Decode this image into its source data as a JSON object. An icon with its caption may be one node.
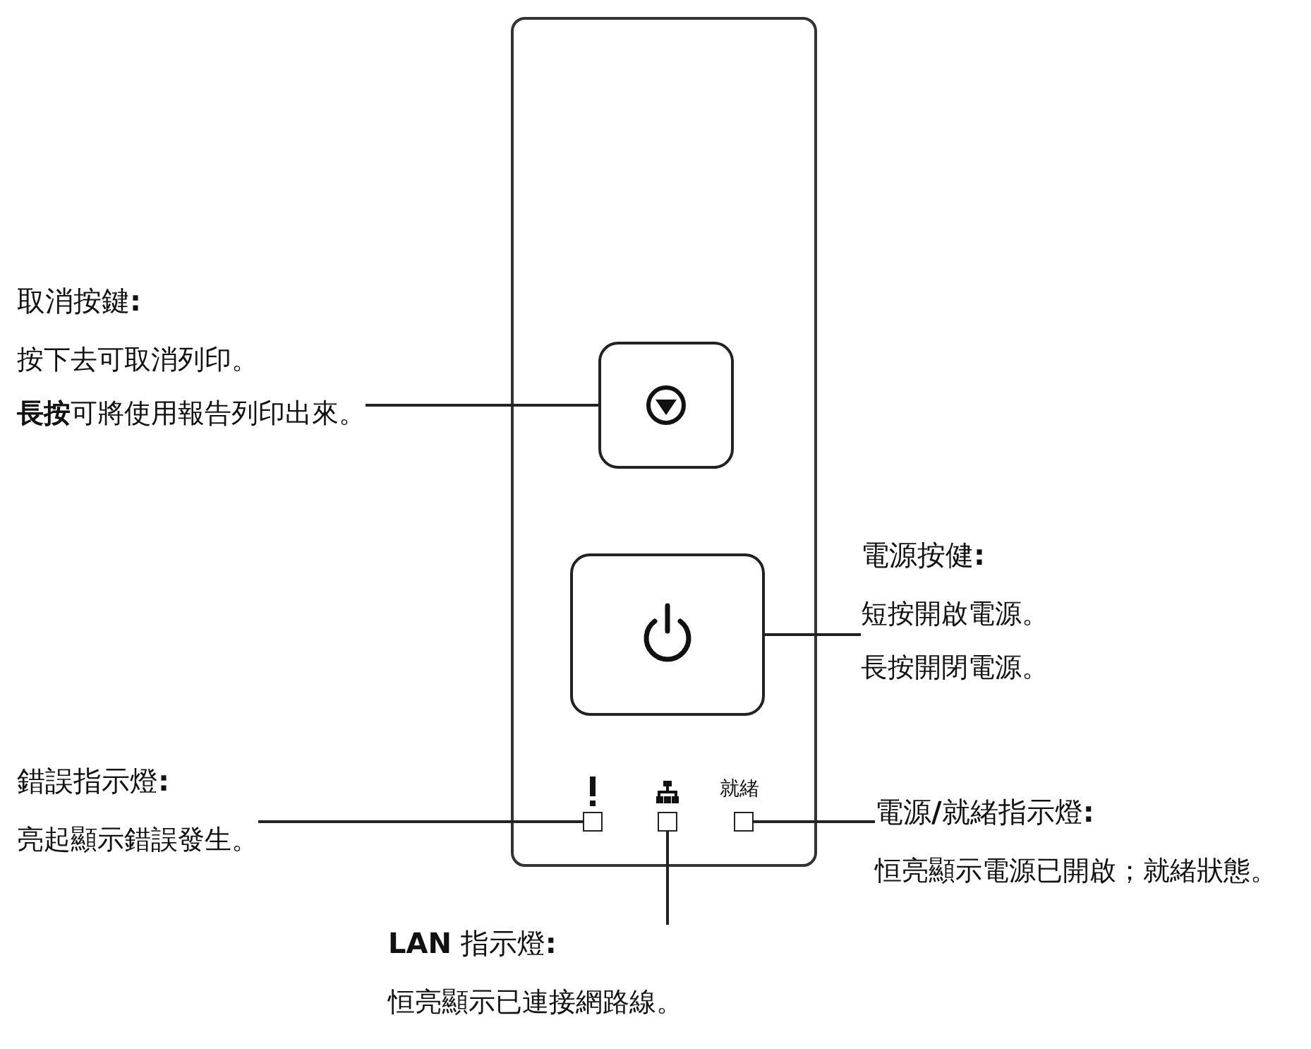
{
  "diagram": {
    "nodes": [
      {
        "text": [],
        "shape": "box"
      },
      {
        "text": [],
        "shape": "box",
        "in": 0
      },
      {
        "text": [],
        "shape": "box",
        "in": 0
      },
      {
        "text": [],
        "shape": "box",
        "in": 0
      },
      {
        "text": [],
        "shape": "box",
        "in": 0
      },
      {
        "text": [],
        "shape": "box",
        "in": 0
      },
      {
        "text": [
          "取消按鍵**:**",
          "按下去可取消列印。",
          "**長按**可將使用報告列印出來。"
        ]
      },
      {
        "text": [
          "電源按健**:**",
          "短按開啟電源。",
          "長按開閉電源。"
        ]
      },
      {
        "text": [
          "錯誤指示燈**:**",
          "亮起顯示錯誤發生。"
        ]
      },
      {
        "text": [
          "**LAN** 指示燈**:**",
          "恒亮顯示已連接網路線。"
        ]
      },
      {
        "text": [
          "電源**/**就緒指示燈**:**",
          "恒亮顯示電源已開啟；就緒狀態。"
        ]
      }
    ],
    "edges": [
      {
        "from": 6,
        "to": 1,
        "arrow": "none"
      },
      {
        "from": 7,
        "to": 2,
        "arrow": "none"
      },
      {
        "from": 8,
        "to": 3,
        "arrow": "none"
      },
      {
        "from": 9,
        "to": 4,
        "arrow": "none"
      },
      {
        "from": 10,
        "to": 5,
        "arrow": "none"
      }
    ],
    "labels": [
      "就緒"
    ]
  }
}
